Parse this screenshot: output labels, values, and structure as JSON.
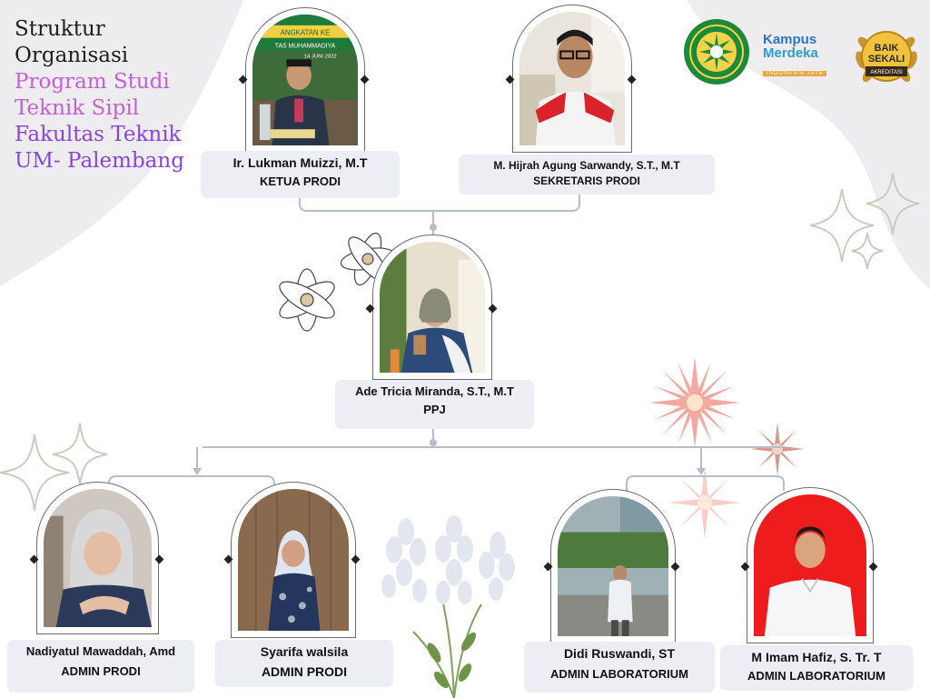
{
  "title": {
    "line1": "Struktur",
    "line2": "Organisasi",
    "line3": "Program Studi",
    "line4": "Teknik Sipil",
    "line5": "Fakultas Teknik",
    "line6": "UM- Palembang"
  },
  "logos": {
    "kampus_line1": "Kampus",
    "kampus_line2": "Merdeka",
    "kampus_tagline": "INDONESIA JAYA",
    "akreditasi_line1": "BAIK",
    "akreditasi_line2": "SEKALI",
    "akreditasi_line3": "AKREDITASI",
    "photo_banner_text": "ANGKATAN KE",
    "photo_banner_text2": "TAS MUHAMMADIYA",
    "photo_banner_text3": "14 JUNI 2022"
  },
  "members": [
    {
      "id": "ketua",
      "name": "Ir. Lukman Muizzi, M.T",
      "role": "KETUA PRODI"
    },
    {
      "id": "sekretaris",
      "name": "M. Hijrah Agung Sarwandy, S.T., M.T",
      "role": "SEKRETARIS PRODI"
    },
    {
      "id": "ppj",
      "name": "Ade Tricia Miranda, S.T., M.T",
      "role": "PPJ"
    },
    {
      "id": "admin1",
      "name": "Nadiyatul Mawaddah, Amd",
      "role": "ADMIN PRODI"
    },
    {
      "id": "admin2",
      "name": "Syarifa walsila",
      "role": "ADMIN PRODI"
    },
    {
      "id": "lab1",
      "name": "Didi Ruswandi, ST",
      "role": "ADMIN LABORATORIUM"
    },
    {
      "id": "lab2",
      "name": "M Imam Hafiz, S. Tr. T",
      "role": "ADMIN LABORATORIUM"
    }
  ],
  "colors": {
    "connector": "#b7bcca",
    "card": "#eceef4",
    "title_pink": "#c55fd6",
    "title_purple": "#8a44dc"
  }
}
